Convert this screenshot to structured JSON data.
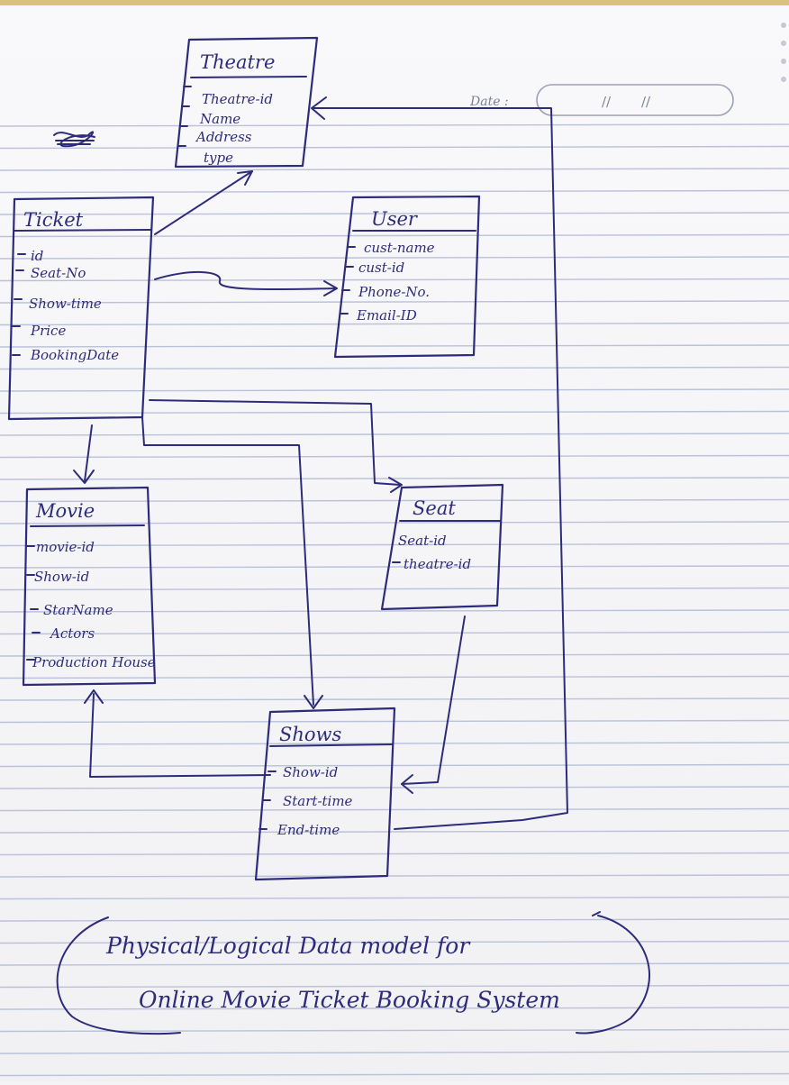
{
  "page": {
    "date_label": "Date :",
    "date_slashes": [
      "//",
      "//"
    ]
  },
  "entities": {
    "theatre": {
      "title": "Theatre",
      "attributes": [
        "Theatre-id",
        "Name",
        "Address",
        "type"
      ]
    },
    "ticket": {
      "title": "Ticket",
      "attributes": [
        "id",
        "Seat-No",
        "Show-time",
        "Price",
        "BookingDate"
      ]
    },
    "user": {
      "title": "User",
      "attributes": [
        "cust-name",
        "cust-id",
        "Phone-No.",
        "Email-ID"
      ]
    },
    "movie": {
      "title": "Movie",
      "attributes": [
        "movie-id",
        "Show-id",
        "StarName",
        "Actors",
        "Production House"
      ]
    },
    "seat": {
      "title": "Seat",
      "attributes": [
        "Seat-id",
        "theatre-id"
      ]
    },
    "shows": {
      "title": "Shows",
      "attributes": [
        "Show-id",
        "Start-time",
        "End-time"
      ]
    }
  },
  "caption": {
    "line1": "Physical/Logical Data model for",
    "line2": "Online Movie Ticket Booking System"
  },
  "colors": {
    "ink": "#2e2c7a",
    "ruled_line": "#b9c2d8",
    "paper": "#f4f4f6"
  }
}
